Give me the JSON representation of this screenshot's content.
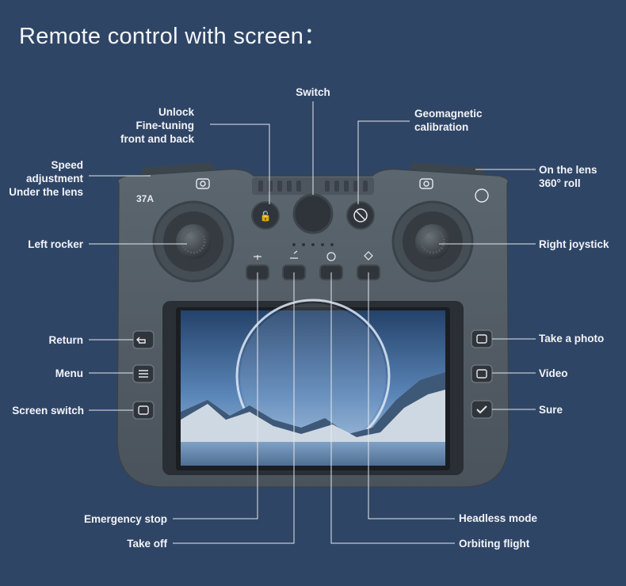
{
  "title": "Remote control with screen：",
  "controller": {
    "brand_mark": "37A"
  },
  "labels": {
    "switch": "Switch",
    "unlock": "Unlock",
    "fine_tuning": "Fine-tuning",
    "front_and_back": "front and back",
    "geomagnetic": "Geomagnetic",
    "calibration": "calibration",
    "speed": "Speed",
    "adjustment": "adjustment",
    "under_the_lens": "Under the lens",
    "on_the_lens": "On the lens",
    "roll_360": "360° roll",
    "left_rocker": "Left rocker",
    "right_joystick": "Right joystick",
    "return": "Return",
    "menu": "Menu",
    "screen_switch": "Screen switch",
    "take_a_photo": "Take a photo",
    "video": "Video",
    "sure": "Sure",
    "emergency_stop": "Emergency stop",
    "take_off": "Take off",
    "headless_mode": "Headless mode",
    "orbiting_flight": "Orbiting flight"
  },
  "colors": {
    "background": "#2f4566",
    "body": "#56606a",
    "accent": "#ffffff"
  },
  "icons": [
    "camera-icon",
    "camera-rotate-icon",
    "rotate-360-icon",
    "lock-unlock-icon",
    "compass-icon",
    "return-icon",
    "menu-icon",
    "screen-switch-icon",
    "photo-icon",
    "video-icon",
    "check-icon",
    "emergency-stop-icon",
    "takeoff-icon",
    "orbit-icon",
    "headless-icon"
  ]
}
